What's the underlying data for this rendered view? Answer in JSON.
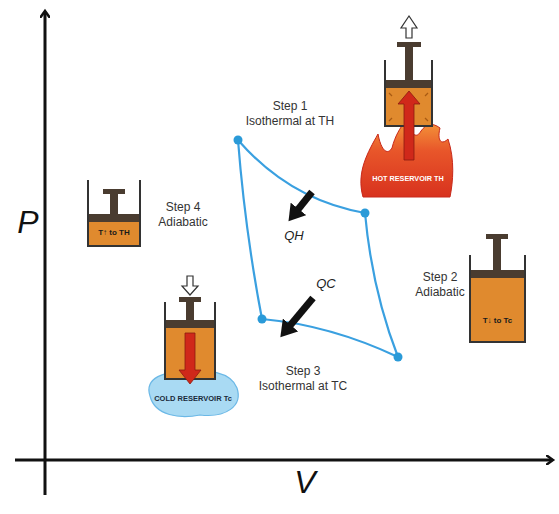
{
  "diagram": {
    "nodes": [
      {
        "text": [
          "HOT RESERVOIR TH"
        ]
      },
      {
        "text": [
          "T↑ to TH"
        ]
      },
      {
        "text": [
          "T↓ to Tc"
        ]
      },
      {
        "text": [
          "COLD RESERVOIR Tc"
        ]
      }
    ],
    "labels": [
      "P",
      "V",
      "Step 1",
      "Isothermal at TH",
      "QH",
      "Step 4",
      "Adiabatic",
      "QC",
      "Step 2",
      "Adiabatic",
      "Step 3",
      "Isothermal at TC"
    ]
  }
}
